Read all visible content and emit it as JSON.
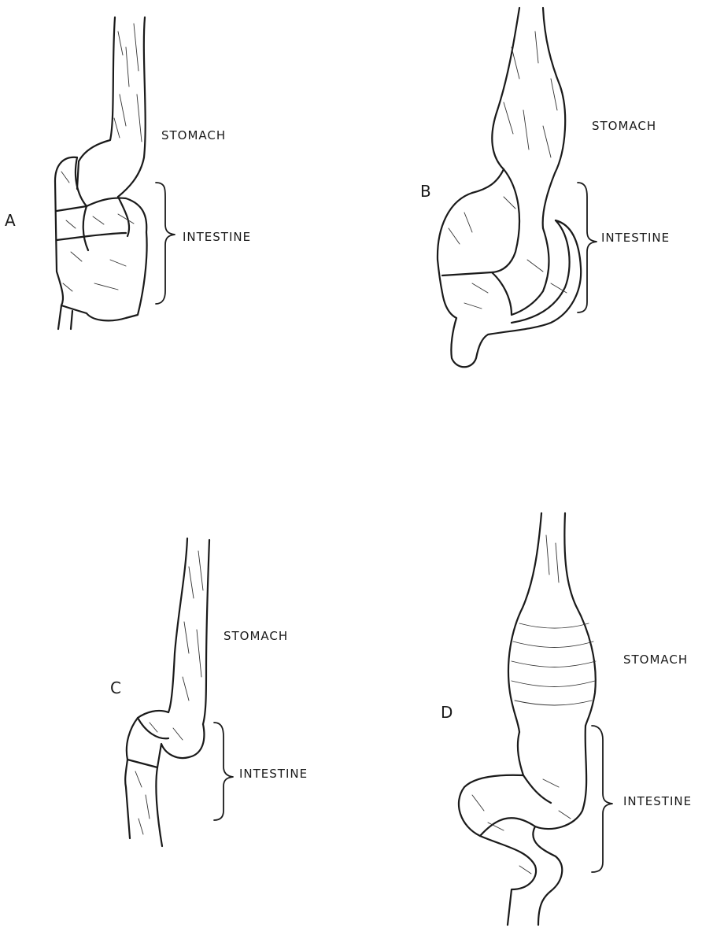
{
  "panels": [
    {
      "letter": "A",
      "stomach_label": "STOMACH",
      "intestine_label": "INTESTINE"
    },
    {
      "letter": "B",
      "stomach_label": "STOMACH",
      "intestine_label": "INTESTINE"
    },
    {
      "letter": "C",
      "stomach_label": "STOMACH",
      "intestine_label": "INTESTINE"
    },
    {
      "letter": "D",
      "stomach_label": "STOMACH",
      "intestine_label": "INTESTINE"
    }
  ]
}
